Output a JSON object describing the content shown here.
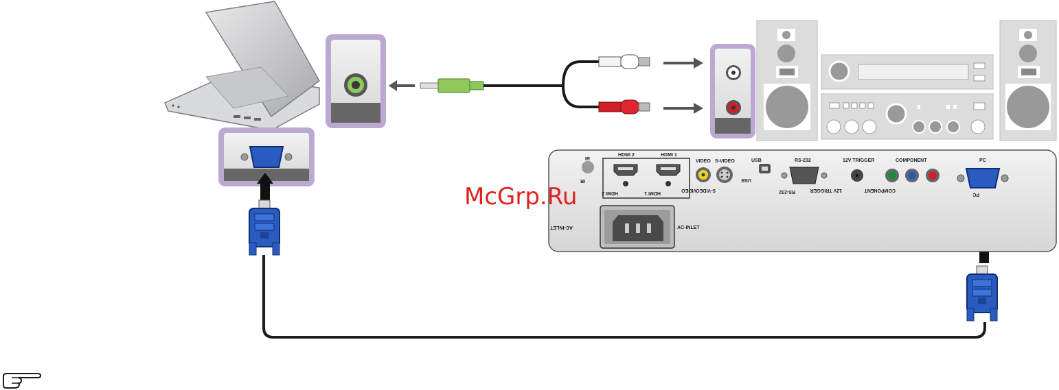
{
  "watermark": "McGrp.Ru",
  "projector_panel": {
    "ir": "IR",
    "hdmi2": "HDMI 2",
    "hdmi1": "HDMI 1",
    "video": "VIDEO",
    "svideo": "S-VIDEO",
    "usb": "USB",
    "rs232": "RS-232",
    "trigger": "12V TRIGGER",
    "component": "COMPONENT",
    "pc": "PC",
    "ac_inlet": "AC-INLET"
  },
  "colors": {
    "frame_purple": "#b9a6cf",
    "vga_blue": "#2a5cc0",
    "audio_green": "#8fc85a",
    "rca_red": "#d11e27",
    "panel_gray": "#e3e3e3",
    "watermark_red": "#e0211e"
  },
  "icons": {
    "note": "pointing-hand-icon"
  }
}
